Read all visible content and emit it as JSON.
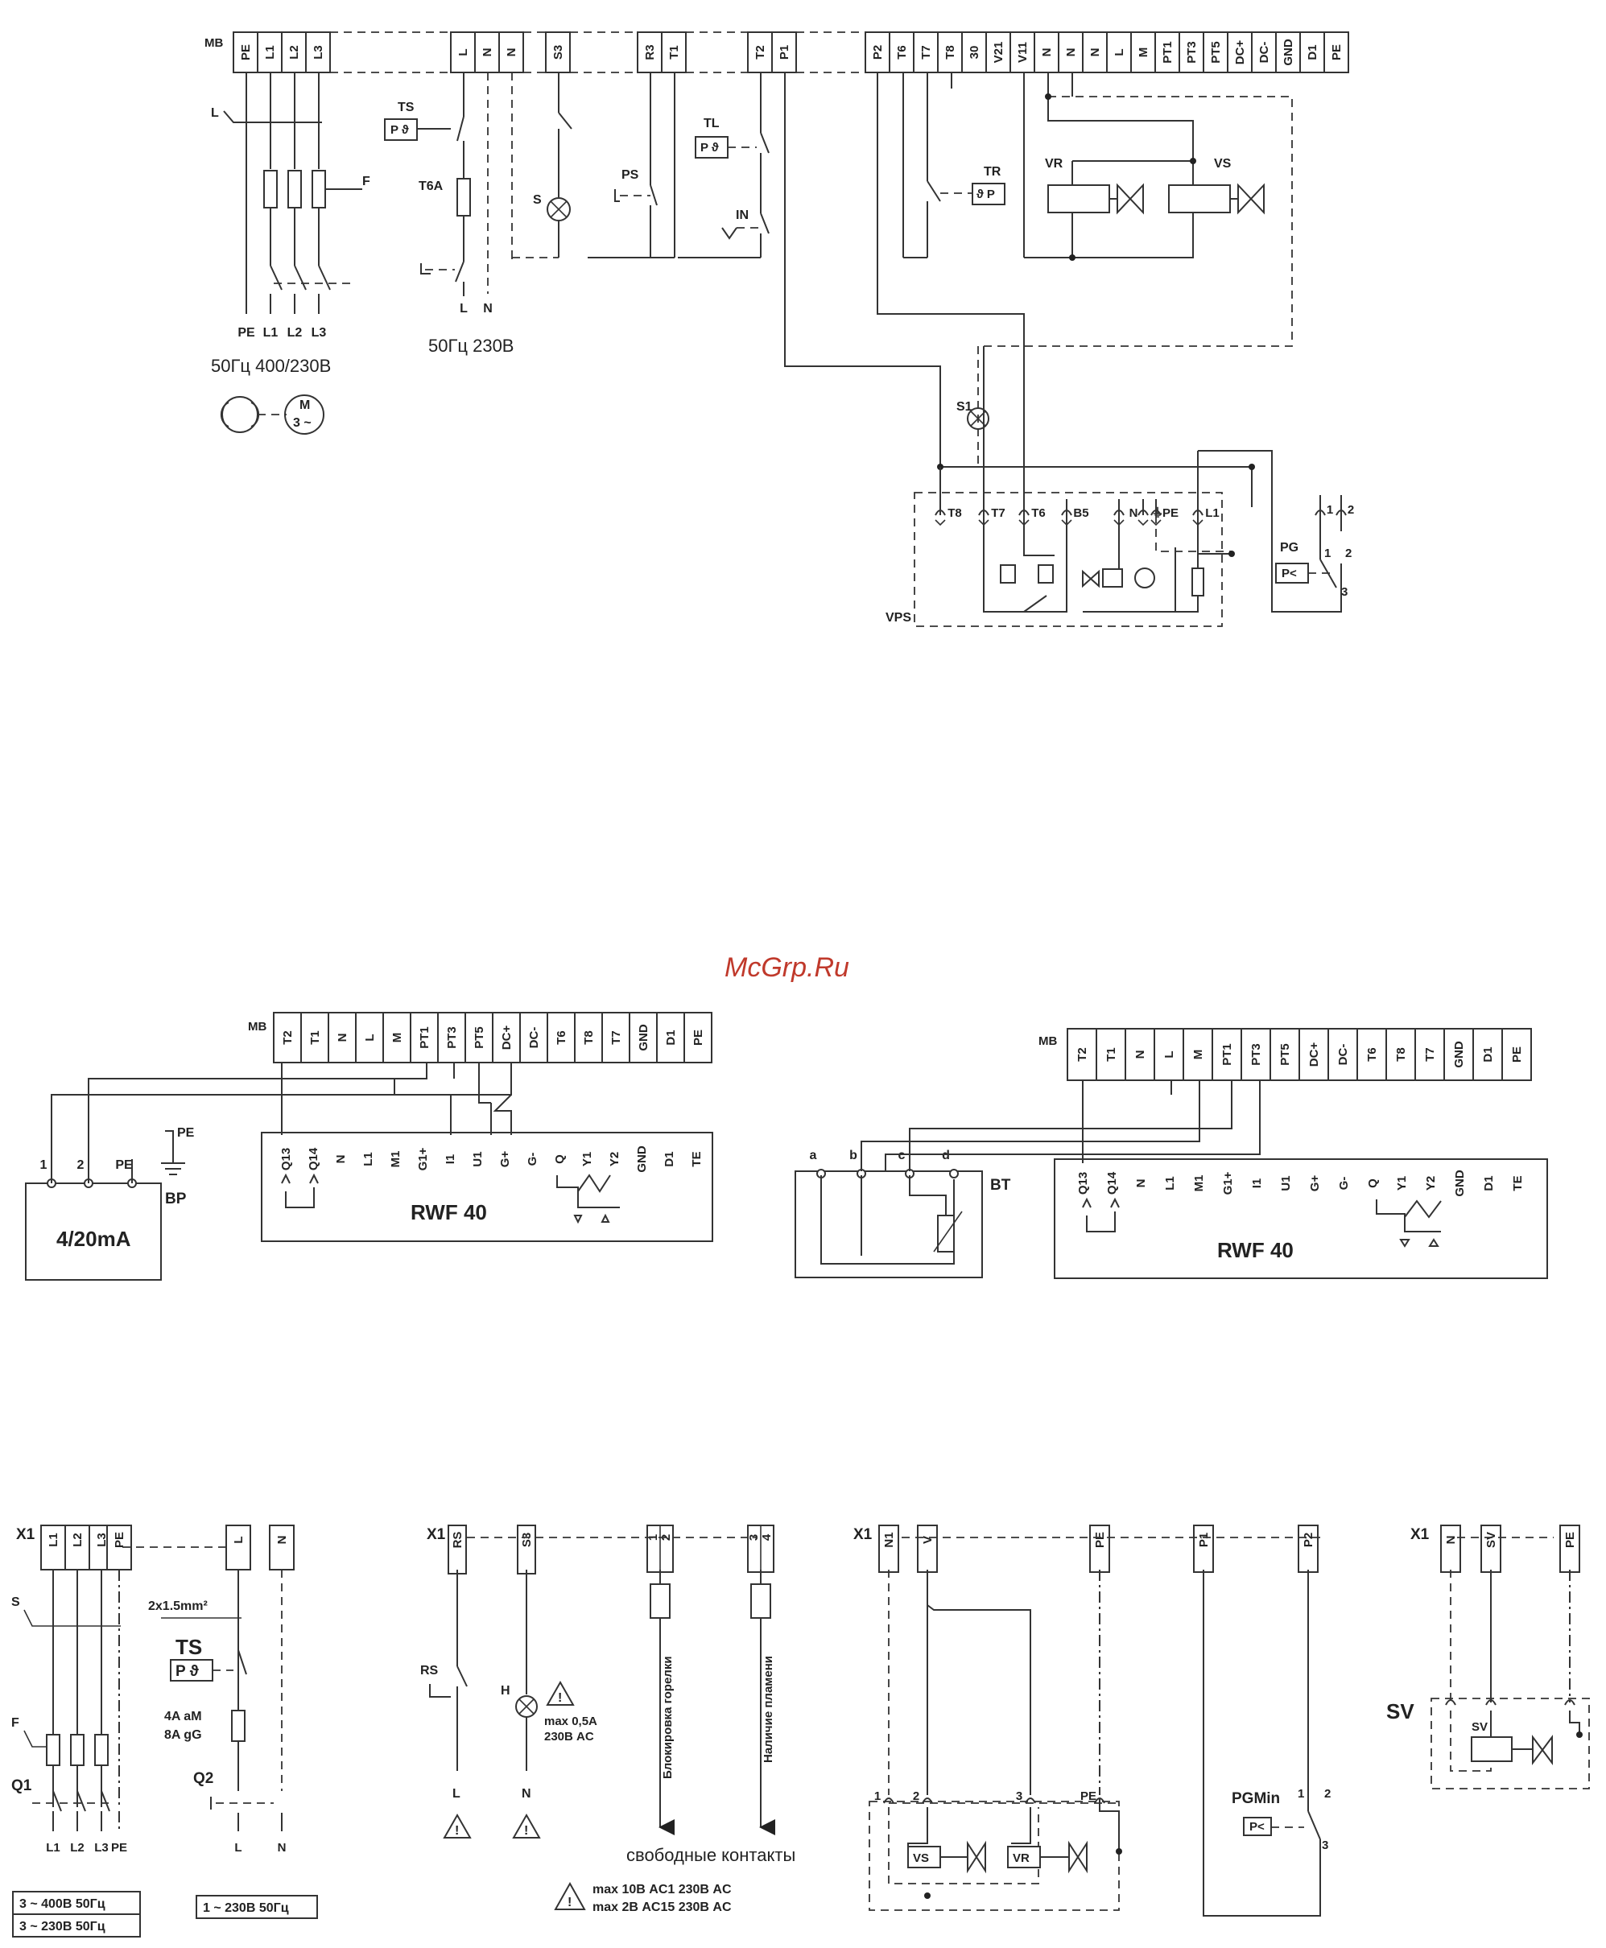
{
  "watermark": "McGrp.Ru",
  "top": {
    "mb_label": "MB",
    "mb_terminals": [
      "PE",
      "L1",
      "L2",
      "L3",
      "L",
      "N",
      "N",
      "S3",
      "R3",
      "T1",
      "T2",
      "P1",
      "P2",
      "T6",
      "T7",
      "T8",
      "30",
      "V21",
      "V11",
      "N",
      "N",
      "N",
      "L",
      "M",
      "PT1",
      "PT3",
      "PT5",
      "DC+",
      "DC-",
      "GND",
      "D1",
      "PE"
    ],
    "supply3_labels": [
      "PE",
      "L1",
      "L2",
      "L3"
    ],
    "supply3_caption": "50Гц 400/230В",
    "supply1_labels": [
      "L",
      "N"
    ],
    "supply1_caption": "50Гц 230В",
    "labels": {
      "L": "L",
      "F": "F",
      "TS": "TS",
      "T6A": "T6A",
      "S": "S",
      "PS": "PS",
      "TL": "TL",
      "IN": "IN",
      "TR": "TR",
      "VR": "VR",
      "VS": "VS",
      "S1": "S1",
      "VPS": "VPS",
      "PG": "PG",
      "motor_m": "M",
      "motor_3": "3 ~"
    },
    "vps_terminals": [
      "T8",
      "T7",
      "T6",
      "B5",
      "N",
      "⏚",
      "PE",
      "L1"
    ],
    "pg_terminals": [
      "1",
      "2"
    ],
    "pg_contacts": [
      "1",
      "2",
      "3"
    ]
  },
  "middle_left": {
    "mb_label": "MB",
    "mb_terminals": [
      "T2",
      "T1",
      "N",
      "L",
      "M",
      "PT1",
      "PT3",
      "PT5",
      "DC+",
      "DC-",
      "T6",
      "T8",
      "T7",
      "GND",
      "D1",
      "PE"
    ],
    "rwf_terminals": [
      "Q13",
      "Q14",
      "N",
      "L1",
      "M1",
      "G1+",
      "I1",
      "U1",
      "G+",
      "G-",
      "Q",
      "Y1",
      "Y2",
      "GND",
      "D1",
      "TE"
    ],
    "rwf_label": "RWF 40",
    "bp_label": "BP",
    "bp_pins": [
      "1",
      "2",
      "PE"
    ],
    "bp_pe": "PE",
    "bp_text": "4/20mA"
  },
  "middle_right": {
    "mb_label": "MB",
    "mb_terminals": [
      "T2",
      "T1",
      "N",
      "L",
      "M",
      "PT1",
      "PT3",
      "PT5",
      "DC+",
      "DC-",
      "T6",
      "T8",
      "T7",
      "GND",
      "D1",
      "PE"
    ],
    "rwf_terminals": [
      "Q13",
      "Q14",
      "N",
      "L1",
      "M1",
      "G1+",
      "I1",
      "U1",
      "G+",
      "G-",
      "Q",
      "Y1",
      "Y2",
      "GND",
      "D1",
      "TE"
    ],
    "rwf_label": "RWF 40",
    "bt_label": "BT",
    "bt_pins": [
      "a",
      "b",
      "c",
      "d"
    ]
  },
  "bottom": {
    "p1": {
      "x1": "X1",
      "terminals": [
        "L1",
        "L2",
        "L3",
        "PE",
        "L",
        "N"
      ],
      "s": "S",
      "cable": "2x1.5mm²",
      "ts": "TS",
      "f": "F",
      "fuse1": "4A  aM",
      "fuse2": "8A  gG",
      "q1": "Q1",
      "q2": "Q2",
      "out3": [
        "L1",
        "L2",
        "L3",
        "PE"
      ],
      "out1": [
        "L",
        "N"
      ],
      "cap3a": "3 ~ 400В 50Гц",
      "cap3b": "3 ~ 230В 50Гц",
      "cap1": "1 ~ 230В 50Гц"
    },
    "p2": {
      "x1": "X1",
      "terminals": [
        "RS",
        "S3",
        "1",
        "2",
        "3",
        "4"
      ],
      "rs": "RS",
      "h": "H",
      "l": "L",
      "n": "N",
      "warn1": "max 0,5A",
      "warn2": "230В AC",
      "vert1": "Блокировка горелки",
      "vert2": "Наличие пламени",
      "free": "свободные контакты",
      "max1": "max  10В  AC1  230В  AC",
      "max2": "max  2В  AC15  230В  AC"
    },
    "p3": {
      "x1": "X1",
      "terminals": [
        "N1",
        "V",
        "PE",
        "P1",
        "P2"
      ],
      "pins": [
        "1",
        "2",
        "3",
        "PE"
      ],
      "vs": "VS",
      "vr": "VR",
      "pgmin": "PGMin",
      "pg_contacts": [
        "1",
        "2",
        "3"
      ]
    },
    "p4": {
      "x1": "X1",
      "terminals": [
        "N",
        "SV",
        "PE"
      ],
      "sv": "SV",
      "sv_inner": "SV"
    }
  }
}
